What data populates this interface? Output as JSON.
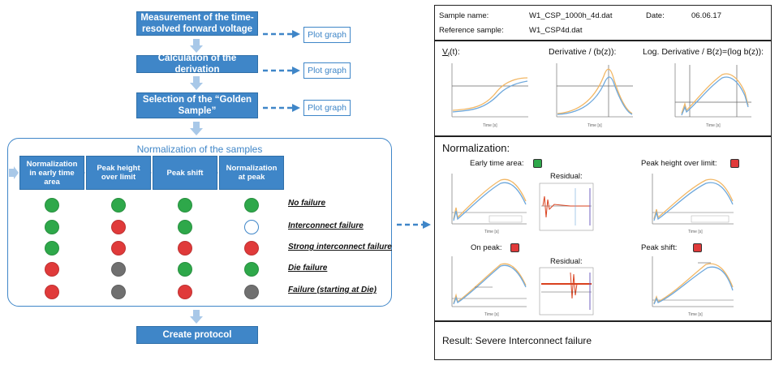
{
  "colors": {
    "step_blue": "#3f86c8",
    "dot_green": "#2ea84a",
    "dot_red": "#e03a3a",
    "dot_gray": "#707070",
    "dot_white": "#ffffff",
    "curve_blue": "#6ea8dc",
    "curve_orange": "#f2b765",
    "residual_red": "#d9411e",
    "status_green": "#2ea84a",
    "status_red": "#e03a3a"
  },
  "flowchart": {
    "steps": [
      {
        "label": "Measurement of the time-resolved forward voltage",
        "plot_label": "Plot graph"
      },
      {
        "label": "Calculation of the derivation",
        "plot_label": "Plot graph"
      },
      {
        "label": "Selection of the “Golden Sample”",
        "plot_label": "Plot graph"
      }
    ],
    "normalization": {
      "title": "Normalization of the samples",
      "columns": [
        "Normalization in early time area",
        "Peak height over limit",
        "Peak shift",
        "Normalization at peak"
      ],
      "rows": [
        {
          "label": "No failure",
          "status": [
            "green",
            "green",
            "green",
            "green"
          ]
        },
        {
          "label": "Interconnect failure",
          "status": [
            "green",
            "red",
            "green",
            "white"
          ]
        },
        {
          "label": "Strong interconnect failure",
          "status": [
            "green",
            "red",
            "red",
            "red"
          ]
        },
        {
          "label": "Die failure",
          "status": [
            "red",
            "gray",
            "green",
            "green"
          ]
        },
        {
          "label": "Failure (starting at Die)",
          "status": [
            "red",
            "gray",
            "red",
            "gray"
          ]
        }
      ]
    },
    "final_step": "Create protocol"
  },
  "report": {
    "sample_name_label": "Sample name:",
    "sample_name_value": "W1_CSP_1000h_4d.dat",
    "date_label": "Date:",
    "date_value": "06.06.17",
    "reference_label": "Reference sample:",
    "reference_value": "W1_CSP4d.dat",
    "graphs_top": {
      "vf_title_main": "V",
      "vf_title_sub": "f",
      "vf_title_rest": "(t):",
      "derivative_title": "Derivative / (b(z)):",
      "log_derivative_title": "Log. Derivative / B(z)=(log b(z)):"
    },
    "normalization": {
      "heading": "Normalization:",
      "early_time_label": "Early time area:",
      "early_time_status": "green",
      "residual_label_1": "Residual:",
      "peak_height_label": "Peak height over limit:",
      "peak_height_status": "red",
      "on_peak_label": "On peak:",
      "on_peak_status": "red",
      "residual_label_2": "Residual:",
      "peak_shift_label": "Peak shift:",
      "peak_shift_status": "red"
    },
    "result": "Result: Severe Interconnect failure"
  }
}
